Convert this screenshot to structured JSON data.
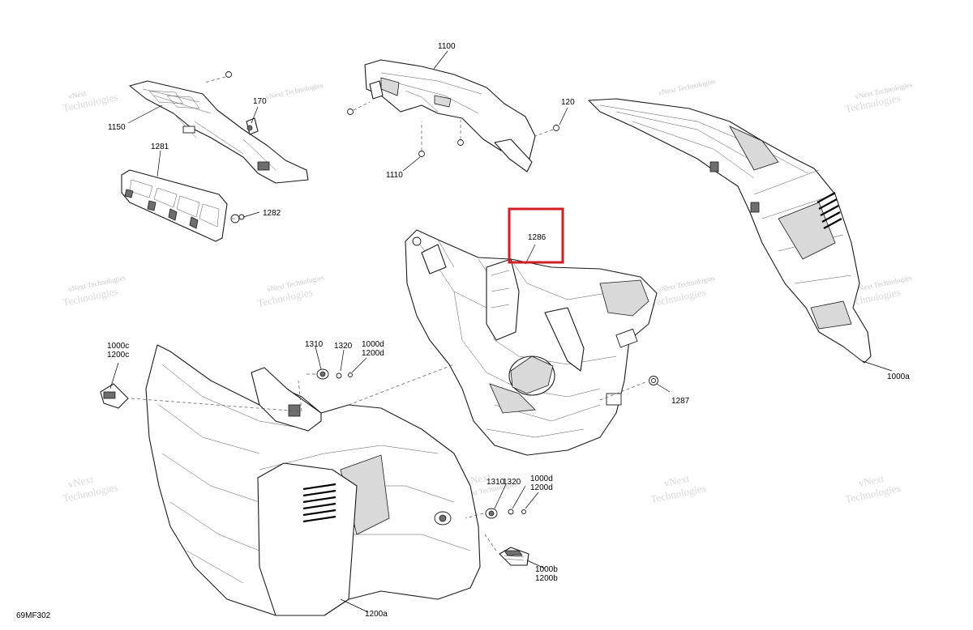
{
  "diagram": {
    "code": "69MF302",
    "highlighted_label": "1286",
    "highlight_color": "#d01e24",
    "watermark": {
      "line1": "vNext",
      "line2": "Technologies",
      "full": "vNext Technologies"
    },
    "labels": {
      "p1100": "1100",
      "p120": "120",
      "p1110": "1110",
      "p1150": "1150",
      "p170": "170",
      "p1281": "1281",
      "p1282": "1282",
      "p1286": "1286",
      "p1287": "1287",
      "p1000a": "1000a",
      "p1000c": "1000c",
      "p1200c": "1200c",
      "p1310a": "1310",
      "p1320a": "1320",
      "p1000d_a": "1000d",
      "p1200d_a": "1200d",
      "p1310b": "1310",
      "p1320b": "1320",
      "p1000d_b": "1000d",
      "p1200d_b": "1200d",
      "p1000b": "1000b",
      "p1200b": "1200b",
      "p1200a": "1200a"
    }
  }
}
